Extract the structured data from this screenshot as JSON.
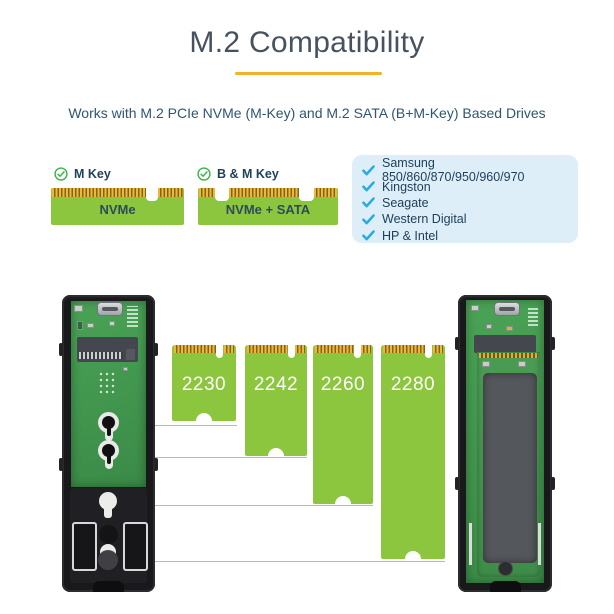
{
  "header": {
    "title": "M.2 Compatibility",
    "subtitle": "Works with M.2 PCIe NVMe (M-Key) and M.2 SATA (B+M-Key) Based Drives"
  },
  "key_types": [
    {
      "label": "M Key",
      "supports": "NVMe"
    },
    {
      "label": "B & M Key",
      "supports": "NVMe + SATA"
    }
  ],
  "compatible_drives": [
    "Samsung 850/860/870/950/960/970",
    "Kingston",
    "Seagate",
    "Western Digital",
    "HP & Intel"
  ],
  "drive_sizes": [
    "2230",
    "2242",
    "2260",
    "2280"
  ],
  "icons": {
    "legend_icon": "check-circle",
    "list_icon": "checkmark"
  },
  "colors": {
    "accent_gold": "#F4B229",
    "drive_green": "#8CC63F",
    "check_green": "#3BB54A",
    "check_blue": "#29ABE2",
    "panel_blue": "#DDEEF9",
    "title_text": "#47525F",
    "subtitle_text": "#2D5671"
  }
}
